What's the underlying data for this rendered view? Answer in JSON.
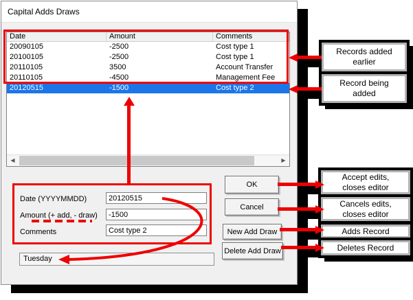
{
  "window": {
    "title": "Capital Adds Draws",
    "list": {
      "columns": [
        "Date",
        "Amount",
        "Comments"
      ],
      "rows": [
        {
          "date": "20090105",
          "amount": "-2500",
          "comments": "Cost type 1"
        },
        {
          "date": "20100105",
          "amount": "-2500",
          "comments": "Cost type 1"
        },
        {
          "date": "20110105",
          "amount": "3500",
          "comments": "Account Transfer"
        },
        {
          "date": "20110105",
          "amount": "-4500",
          "comments": "Management Fee"
        },
        {
          "date": "20120515",
          "amount": "-1500",
          "comments": "Cost type 2"
        }
      ],
      "selected_row_index": 4
    },
    "editor": {
      "date_label": "Date (YYYYMMDD)",
      "date_value": "20120515",
      "amount_label": "Amount (+ add, - draw)",
      "amount_value": "-1500",
      "comments_label": "Comments",
      "comments_value": "Cost type 2",
      "day_display": "Tuesday"
    },
    "buttons": {
      "ok": "OK",
      "cancel": "Cancel",
      "new_add_draw": "New Add Draw",
      "delete_add_draw": "Delete Add Draw"
    }
  },
  "callouts": {
    "records_added_earlier": "Records added\nearlier",
    "record_being_added": "Record being\nadded",
    "accept_edits": "Accept edits,\ncloses editor",
    "cancels_edits": "Cancels edits,\ncloses editor",
    "adds_record": "Adds Record",
    "deletes_record": "Deletes Record"
  },
  "icons": {
    "scroll_left": "◀",
    "scroll_right": "▶"
  },
  "colors": {
    "annotation_red": "#ee0000",
    "selection_blue": "#1c76e8"
  }
}
